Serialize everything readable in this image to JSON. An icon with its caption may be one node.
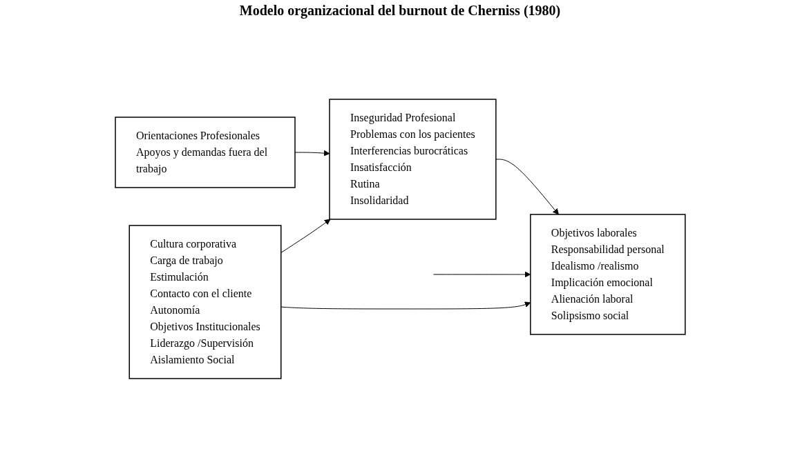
{
  "diagram": {
    "title": "Modelo organizacional del burnout de Cherniss (1980)",
    "nodes": [
      {
        "text": [
          "Cultura corporativa",
          "Carga de trabajo",
          "Estimulación",
          "Contacto con el cliente",
          "Autonomía",
          "Objetivos Institucionales",
          "Liderazgo /Supervisión",
          "Aislamiento Social"
        ]
      },
      {
        "text": [
          "Inseguridad Profesional",
          "Problemas con los pacientes",
          "Interferencias burocráticas",
          "Insatisfacción",
          "Rutina",
          "Insolidaridad"
        ]
      },
      {
        "text": [
          "Objetivos laborales",
          "Responsabilidad personal",
          "Idealismo /realismo",
          "Implicación emocional",
          "Alienación laboral",
          "Solipsismo social"
        ]
      },
      {
        "text": [
          "Orientaciones Profesionales",
          "Apoyos y demandas fuera del trabajo"
        ]
      }
    ],
    "edges": [
      {
        "from": 0,
        "to": 1,
        "arrow": "to"
      },
      {
        "from": 3,
        "to": 1,
        "arrow": "to"
      },
      {
        "from": 1,
        "to": 2,
        "arrow": "to"
      },
      {
        "from": 0,
        "to": 2,
        "arrow": "to"
      },
      {
        "from": null,
        "to": 2,
        "arrow": "to"
      }
    ]
  }
}
